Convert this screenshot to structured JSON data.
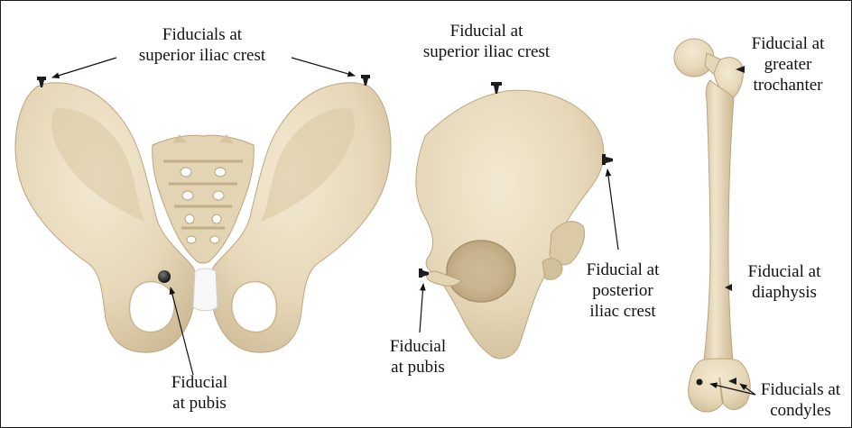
{
  "colors": {
    "bone": "#e9dcbf",
    "bone_shadow": "#c9b590",
    "bone_dark": "#9c8664",
    "fiducial": "#1c1c1c",
    "cartilage": "#f4f4f4",
    "text": "#111111",
    "border": "#1a1a1a"
  },
  "labels": {
    "pelvis_front_crest": [
      "Fiducials at",
      "superior iliac crest"
    ],
    "pelvis_front_pubis": [
      "Fiducial",
      "at pubis"
    ],
    "pelvis_side_crest": [
      "Fiducial at",
      "superior iliac crest"
    ],
    "pelvis_side_pubis": [
      "Fiducial",
      "at pubis"
    ],
    "pelvis_side_posterior": [
      "Fiducial at",
      "posterior",
      "iliac crest"
    ],
    "femur_trochanter": [
      "Fiducial at",
      "greater",
      "trochanter"
    ],
    "femur_diaphysis": [
      "Fiducial at",
      "diaphysis"
    ],
    "femur_condyles": [
      "Fiducials at",
      "condyles"
    ]
  }
}
